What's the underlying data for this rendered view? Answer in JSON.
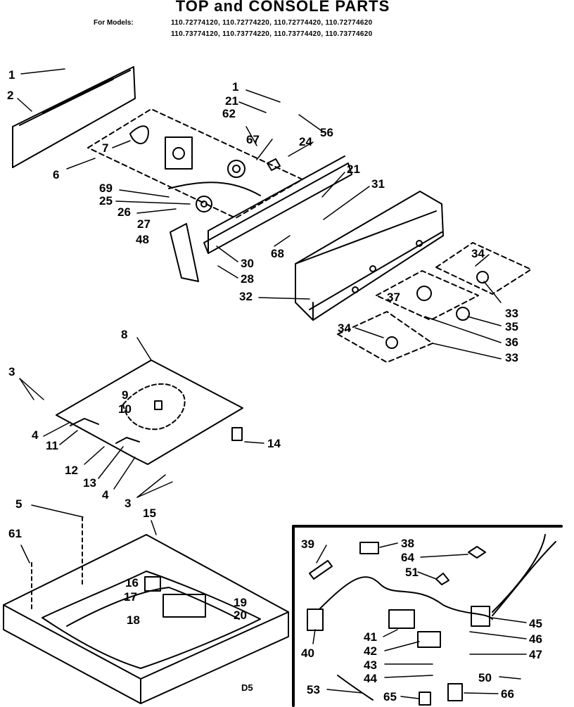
{
  "header": {
    "title": "TOP and CONSOLE PARTS",
    "models_label": "For Models:",
    "models_line1": "110.72774120, 110.72774220, 110.72774420, 110.72774620",
    "models_line2": "110.73774120, 110.73774220, 110.73774420, 110.73774620"
  },
  "callouts": [
    {
      "id": "c1a",
      "text": "1"
    },
    {
      "id": "c2",
      "text": "2"
    },
    {
      "id": "c6",
      "text": "6"
    },
    {
      "id": "c7",
      "text": "7"
    },
    {
      "id": "c1b",
      "text": "1"
    },
    {
      "id": "c21a",
      "text": "21"
    },
    {
      "id": "c62",
      "text": "62"
    },
    {
      "id": "c56",
      "text": "56"
    },
    {
      "id": "c67",
      "text": "67"
    },
    {
      "id": "c24",
      "text": "24"
    },
    {
      "id": "c21b",
      "text": "21"
    },
    {
      "id": "c31",
      "text": "31"
    },
    {
      "id": "c69",
      "text": "69"
    },
    {
      "id": "c25",
      "text": "25"
    },
    {
      "id": "c26",
      "text": "26"
    },
    {
      "id": "c27",
      "text": "27"
    },
    {
      "id": "c48",
      "text": "48"
    },
    {
      "id": "c68",
      "text": "68"
    },
    {
      "id": "c30",
      "text": "30"
    },
    {
      "id": "c28",
      "text": "28"
    },
    {
      "id": "c34a",
      "text": "34"
    },
    {
      "id": "c32",
      "text": "32"
    },
    {
      "id": "c37",
      "text": "37"
    },
    {
      "id": "c33a",
      "text": "33"
    },
    {
      "id": "c35",
      "text": "35"
    },
    {
      "id": "c36",
      "text": "36"
    },
    {
      "id": "c34b",
      "text": "34"
    },
    {
      "id": "c33b",
      "text": "33"
    },
    {
      "id": "c8",
      "text": "8"
    },
    {
      "id": "c3a",
      "text": "3"
    },
    {
      "id": "c9",
      "text": "9"
    },
    {
      "id": "c10",
      "text": "10"
    },
    {
      "id": "c14",
      "text": "14"
    },
    {
      "id": "c4a",
      "text": "4"
    },
    {
      "id": "c11",
      "text": "11"
    },
    {
      "id": "c12",
      "text": "12"
    },
    {
      "id": "c13",
      "text": "13"
    },
    {
      "id": "c4b",
      "text": "4"
    },
    {
      "id": "c3b",
      "text": "3"
    },
    {
      "id": "c5",
      "text": "5"
    },
    {
      "id": "c15",
      "text": "15"
    },
    {
      "id": "c61",
      "text": "61"
    },
    {
      "id": "c16",
      "text": "16"
    },
    {
      "id": "c17",
      "text": "17"
    },
    {
      "id": "c19",
      "text": "19"
    },
    {
      "id": "c18",
      "text": "18"
    },
    {
      "id": "c20",
      "text": "20"
    },
    {
      "id": "c39",
      "text": "39"
    },
    {
      "id": "c38",
      "text": "38"
    },
    {
      "id": "c64",
      "text": "64"
    },
    {
      "id": "c51",
      "text": "51"
    },
    {
      "id": "c45",
      "text": "45"
    },
    {
      "id": "c41",
      "text": "41"
    },
    {
      "id": "c46",
      "text": "46"
    },
    {
      "id": "c40",
      "text": "40"
    },
    {
      "id": "c42",
      "text": "42"
    },
    {
      "id": "c47",
      "text": "47"
    },
    {
      "id": "c43",
      "text": "43"
    },
    {
      "id": "c44",
      "text": "44"
    },
    {
      "id": "c50",
      "text": "50"
    },
    {
      "id": "c53",
      "text": "53"
    },
    {
      "id": "c65",
      "text": "65"
    },
    {
      "id": "c66",
      "text": "66"
    }
  ],
  "footer": {
    "code": "D5"
  }
}
